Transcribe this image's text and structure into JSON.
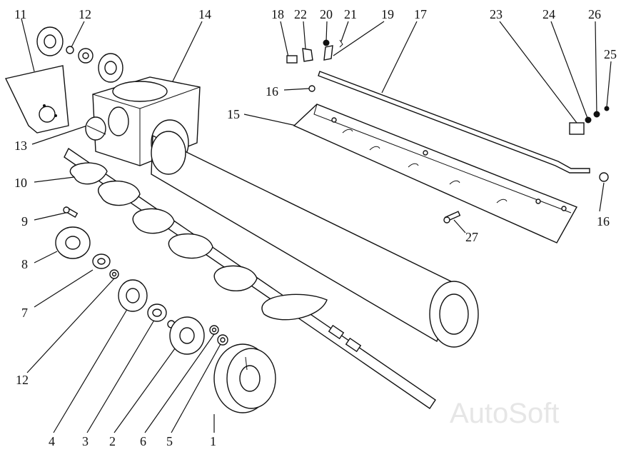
{
  "diagram": {
    "callouts": [
      {
        "id": "c1",
        "label": "1"
      },
      {
        "id": "c2",
        "label": "2"
      },
      {
        "id": "c3",
        "label": "3"
      },
      {
        "id": "c4",
        "label": "4"
      },
      {
        "id": "c5",
        "label": "5"
      },
      {
        "id": "c6",
        "label": "6"
      },
      {
        "id": "c7",
        "label": "7"
      },
      {
        "id": "c8",
        "label": "8"
      },
      {
        "id": "c9",
        "label": "9"
      },
      {
        "id": "c10",
        "label": "10"
      },
      {
        "id": "c11",
        "label": "11"
      },
      {
        "id": "c12a",
        "label": "12"
      },
      {
        "id": "c12b",
        "label": "12"
      },
      {
        "id": "c13",
        "label": "13"
      },
      {
        "id": "c14",
        "label": "14"
      },
      {
        "id": "c15",
        "label": "15"
      },
      {
        "id": "c16a",
        "label": "16"
      },
      {
        "id": "c16b",
        "label": "16"
      },
      {
        "id": "c17",
        "label": "17"
      },
      {
        "id": "c18",
        "label": "18"
      },
      {
        "id": "c19",
        "label": "19"
      },
      {
        "id": "c20",
        "label": "20"
      },
      {
        "id": "c21",
        "label": "21"
      },
      {
        "id": "c22",
        "label": "22"
      },
      {
        "id": "c23",
        "label": "23"
      },
      {
        "id": "c24",
        "label": "24"
      },
      {
        "id": "c25",
        "label": "25"
      },
      {
        "id": "c26",
        "label": "26"
      },
      {
        "id": "c27",
        "label": "27"
      }
    ],
    "watermark": "AutoSoft"
  }
}
